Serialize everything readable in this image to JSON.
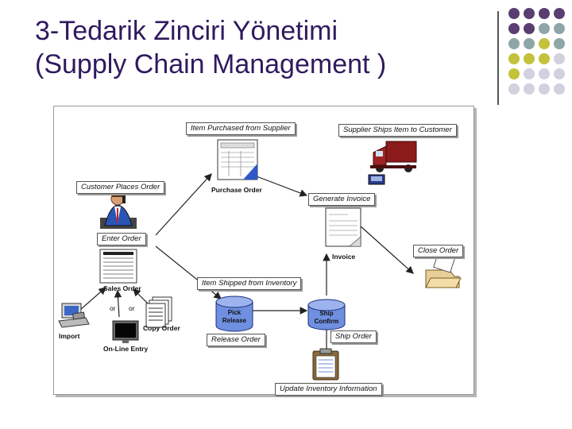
{
  "slide": {
    "title_line1": "3-Tedarik Zinciri Yönetimi",
    "title_line2": "(Supply Chain Management )"
  },
  "colors": {
    "title": "#2f1a5e",
    "dot_purple": "#5a3e72",
    "dot_teal": "#8fa6a8",
    "dot_olive": "#c3c23a",
    "dot_lavender": "#d3d0df"
  },
  "dot_grid": [
    [
      "purple",
      "purple",
      "purple",
      "purple"
    ],
    [
      "purple",
      "purple",
      "teal",
      "teal"
    ],
    [
      "teal",
      "teal",
      "olive",
      "teal"
    ],
    [
      "olive",
      "olive",
      "olive",
      "lavender"
    ],
    [
      "olive",
      "lavender",
      "lavender",
      "lavender"
    ],
    [
      "lavender",
      "lavender",
      "lavender",
      "lavender"
    ]
  ],
  "process_labels": {
    "item_purchased": "Item Purchased from Supplier",
    "supplier_ships": "Supplier Ships Item to Customer",
    "customer_places": "Customer Places Order",
    "generate_invoice": "Generate Invoice",
    "enter_order": "Enter Order",
    "close_order": "Close Order",
    "item_shipped": "Item Shipped from Inventory",
    "release_order": "Release Order",
    "ship_order": "Ship Order",
    "update_inventory": "Update Inventory Information"
  },
  "captions": {
    "purchase_order": "Purchase Order",
    "invoice": "Invoice",
    "sales_order": "Sales Order",
    "or1": "or",
    "or2": "or",
    "import": "Import",
    "copy_order": "Copy Order",
    "online_entry": "On-Line Entry",
    "pick_release": "Pick\nRelease",
    "ship_confirm": "Ship\nConfirm"
  },
  "icons": {
    "purchase_order": "purchase-order-document-icon",
    "truck": "delivery-truck-icon",
    "person": "person-on-phone-icon",
    "invoice": "invoice-document-icon",
    "sales_order": "sales-order-document-icon",
    "folder": "folder-icon",
    "computer": "computer-icon",
    "monitor": "monitor-icon",
    "copy_docs": "copy-documents-icon",
    "pick_db": "pick-release-database-icon",
    "ship_db": "ship-confirm-database-icon",
    "clipboard": "clipboard-icon"
  }
}
